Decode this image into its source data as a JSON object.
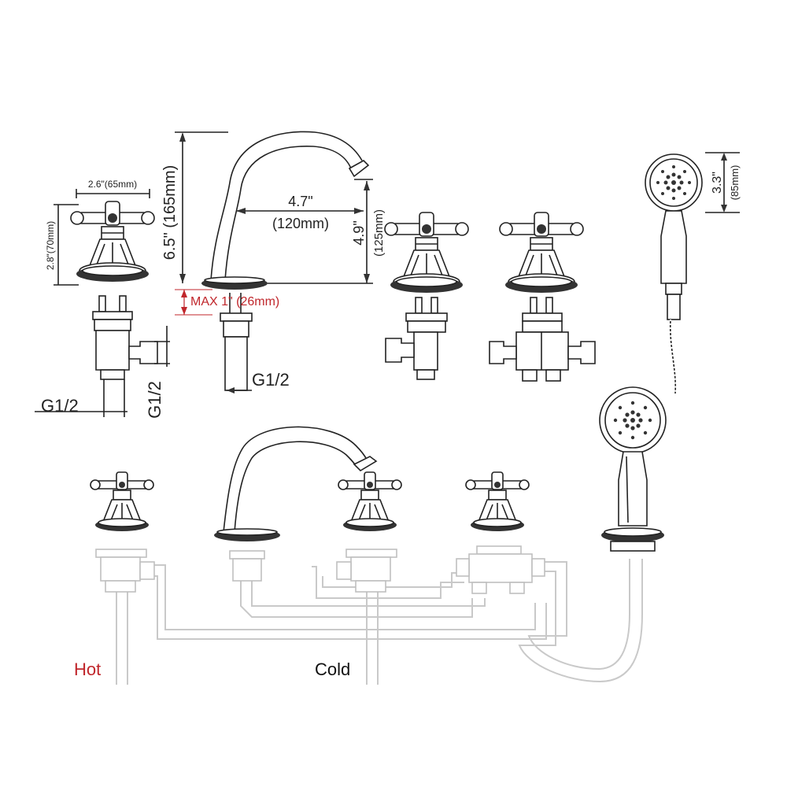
{
  "dimensions": {
    "handle_width": "2.6\"(65mm)",
    "handle_height": "2.8\"(70mm)",
    "spout_height": "6.5\" (165mm)",
    "spout_reach_in": "4.7\"",
    "spout_reach_mm": "(120mm)",
    "spout_clearance_in": "4.9\"",
    "spout_clearance_mm": "(125mm)",
    "max_deck": "MAX 1\" (26mm)",
    "handshower_in": "3.3\"",
    "handshower_mm": "(85mm)",
    "thread_valve": "G1/2",
    "thread_valve_side": "G1/2",
    "thread_spout": "G1/2"
  },
  "labels": {
    "hot": "Hot",
    "cold": "Cold"
  },
  "colors": {
    "line": "#222222",
    "accent_red": "#c0262b",
    "pipe": "#c9c9c9"
  }
}
